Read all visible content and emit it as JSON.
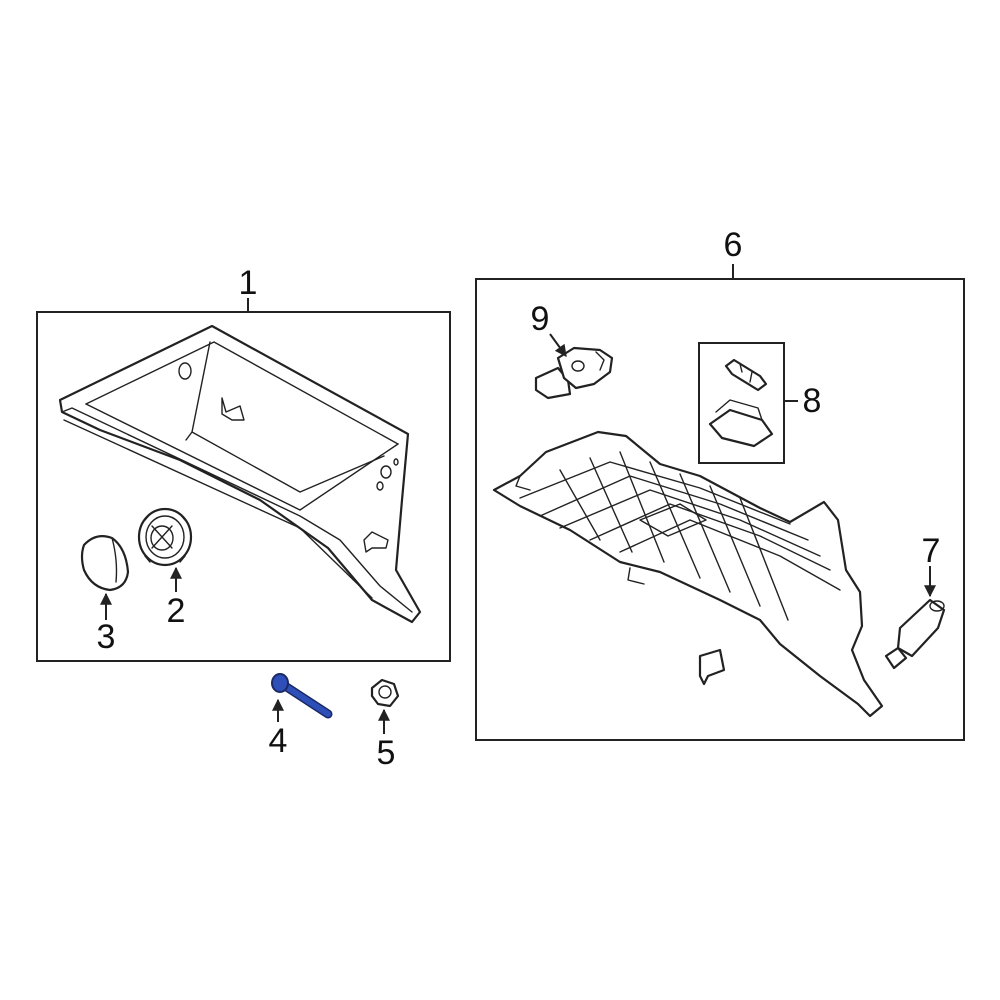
{
  "callouts": {
    "c1": "1",
    "c2": "2",
    "c3": "3",
    "c4": "4",
    "c5": "5",
    "c6": "6",
    "c7": "7",
    "c8": "8",
    "c9": "9"
  },
  "colors": {
    "line": "#222222",
    "highlight": "#2e4fb8",
    "background": "#ffffff"
  }
}
